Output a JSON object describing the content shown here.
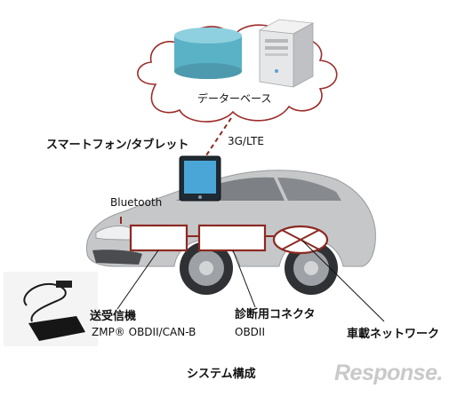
{
  "labels": {
    "database": "データーベース",
    "network_3g": "3G/LTE",
    "smartphone": "スマートフォン/タブレット",
    "bluetooth": "Bluetooth",
    "transceiver": "送受信機",
    "transceiver_sub": "ZMP® OBDII/CAN-B",
    "diag_connector": "診断用コネクタ",
    "diag_sub": "OBDII",
    "vehicle_network": "車載ネットワーク",
    "caption": "システム構成"
  },
  "watermark": "Response.",
  "colors": {
    "link": "#8b2a22",
    "database": "#5ab2c7",
    "car_body": "#c6c7c9",
    "tablet_screen": "#4aa6d6",
    "watermark": "#c9c9c9"
  },
  "icons": [
    "cloud-icon",
    "database-cylinder-icon",
    "server-tower-icon",
    "tablet-icon",
    "car-icon",
    "obd-device-photo",
    "cross-circle-icon"
  ]
}
